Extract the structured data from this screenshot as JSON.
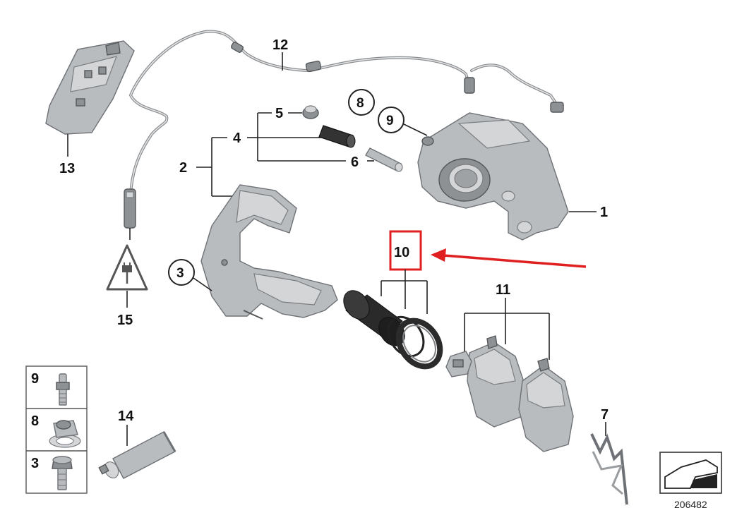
{
  "callouts": {
    "c1": "1",
    "c2": "2",
    "c3": "3",
    "c4": "4",
    "c5": "5",
    "c6": "6",
    "c7": "7",
    "c8": "8",
    "c9": "9",
    "c10": "10",
    "c11": "11",
    "c12": "12",
    "c13": "13",
    "c14": "14",
    "c15": "15"
  },
  "sidebox": {
    "rows": [
      {
        "label": "9"
      },
      {
        "label": "8"
      },
      {
        "label": "3"
      }
    ]
  },
  "reference_number": "206482",
  "colors": {
    "highlight": "#e02020",
    "part_fill": "#b9bcbf",
    "outline": "#222222"
  },
  "icons": [
    "warning-triangle-icon",
    "plug-icon",
    "hand-pointer-icon"
  ]
}
